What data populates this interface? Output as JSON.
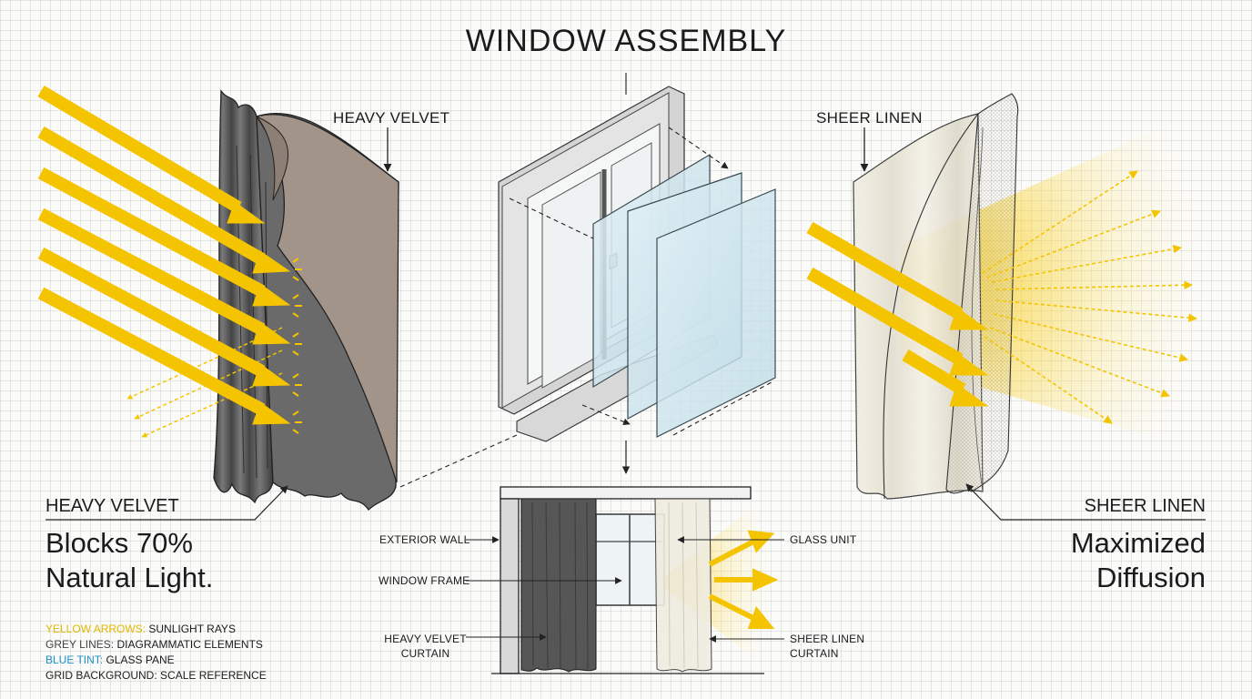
{
  "title": "WINDOW ASSEMBLY",
  "labels": {
    "heavy_velvet_top": "HEAVY VELVET",
    "sheer_linen_top": "SHEER LINEN",
    "heavy_velvet_side": "HEAVY VELVET",
    "sheer_linen_side": "SHEER LINEN"
  },
  "captions": {
    "left_line1": "Blocks 70%",
    "left_line2": "Natural Light.",
    "right_line1": "Maximized",
    "right_line2": "Diffusion"
  },
  "section": {
    "exterior_wall": "EXTERIOR WALL",
    "window_frame": "WINDOW FRAME",
    "heavy_velvet_curtain_1": "HEAVY VELVET",
    "heavy_velvet_curtain_2": "CURTAIN",
    "glass_unit": "GLASS UNIT",
    "sheer_linen_curtain_1": "SHEER LINEN",
    "sheer_linen_curtain_2": "CURTAIN"
  },
  "legend": [
    {
      "key": "YELLOW ARROWS:",
      "text": " SUNLIGHT RAYS",
      "color": "#e2b800"
    },
    {
      "key": "GREY LINES:",
      "text": " DIAGRAMMATIC ELEMENTS",
      "color": "#444444"
    },
    {
      "key": "BLUE TINT:",
      "text": " GLASS PANE",
      "color": "#1f8fc4"
    },
    {
      "key": "GRID BACKGROUND:",
      "text": " SCALE REFERENCE",
      "color": "#222222"
    }
  ],
  "colors": {
    "sunlight": "#f7c600",
    "velvet_dark": "#5b5b5b",
    "velvet_back": "#a29489",
    "linen": "#efece0",
    "glass": "#cfe6ee"
  }
}
